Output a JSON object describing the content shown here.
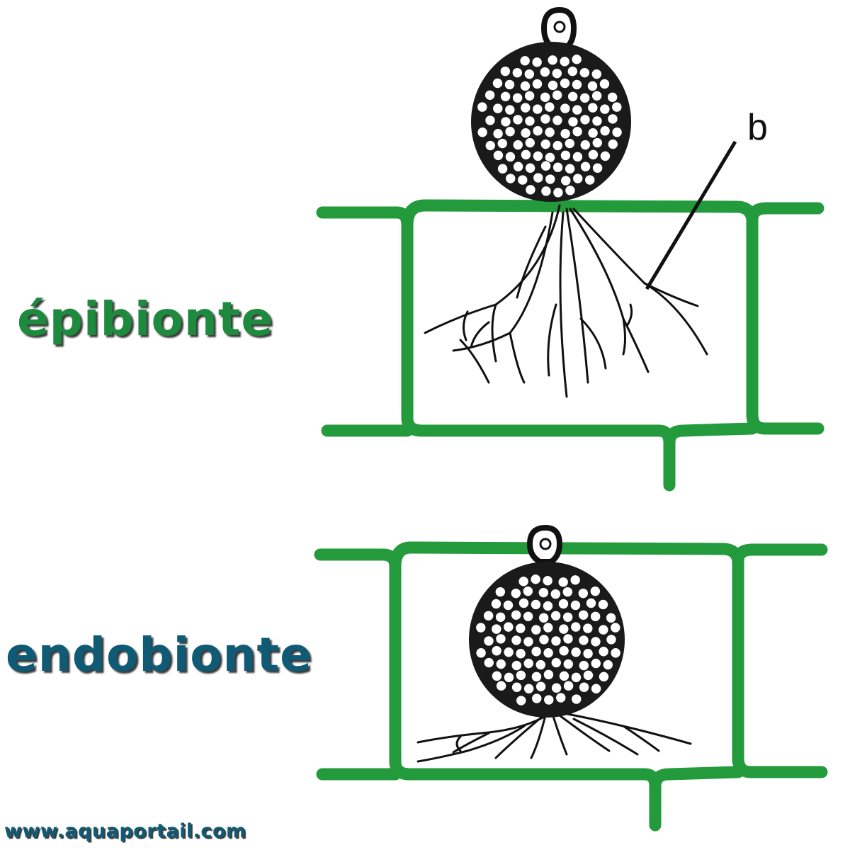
{
  "labels": {
    "epibionte": "épibionte",
    "endobionte": "endobionte",
    "pointer": "b",
    "website": "www.aquaportail.com"
  },
  "colors": {
    "cell_wall": "#239a3c",
    "epibionte_text": "#1e8a3e",
    "endobionte_text": "#0f5a75",
    "sporangium": "#1a1a1a"
  }
}
